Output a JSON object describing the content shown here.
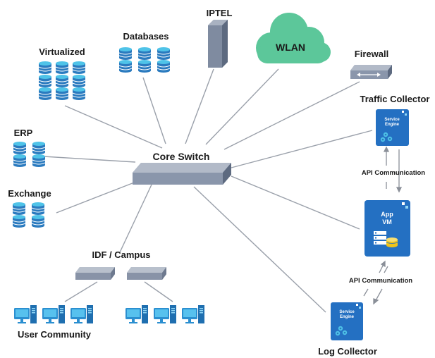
{
  "diagram": {
    "core": {
      "label": "Core Switch"
    },
    "nodes": {
      "virtualized": {
        "label": "Virtualized"
      },
      "databases": {
        "label": "Databases"
      },
      "iptel": {
        "label": "IPTEL"
      },
      "wlan": {
        "label": "WLAN"
      },
      "firewall": {
        "label": "Firewall"
      },
      "erp": {
        "label": "ERP"
      },
      "exchange": {
        "label": "Exchange"
      },
      "idf": {
        "label": "IDF / Campus"
      },
      "users": {
        "label": "User Community"
      },
      "traffic_collector": {
        "label": "Traffic Collector",
        "engine_line1": "Service",
        "engine_line2": "Engine"
      },
      "app_vm": {
        "line1": "App",
        "line2": "VM"
      },
      "log_collector": {
        "label": "Log Collector",
        "engine_line1": "Service",
        "engine_line2": "Engine"
      }
    },
    "api_top": "API Communication",
    "api_bottom": "API Communication"
  },
  "icons": [
    "database-icon",
    "server-tower-icon",
    "cloud-icon",
    "firewall-icon",
    "switch-icon",
    "desktop-pc-icon",
    "gears-icon",
    "virtual-machine-icon"
  ],
  "colors": {
    "db_blue": "#2b7bbf",
    "cyan": "#4fc3e8",
    "cloud_green": "#5cc79a",
    "switch_gray": "#8a96ab",
    "line_gray": "#9aa0aa"
  }
}
